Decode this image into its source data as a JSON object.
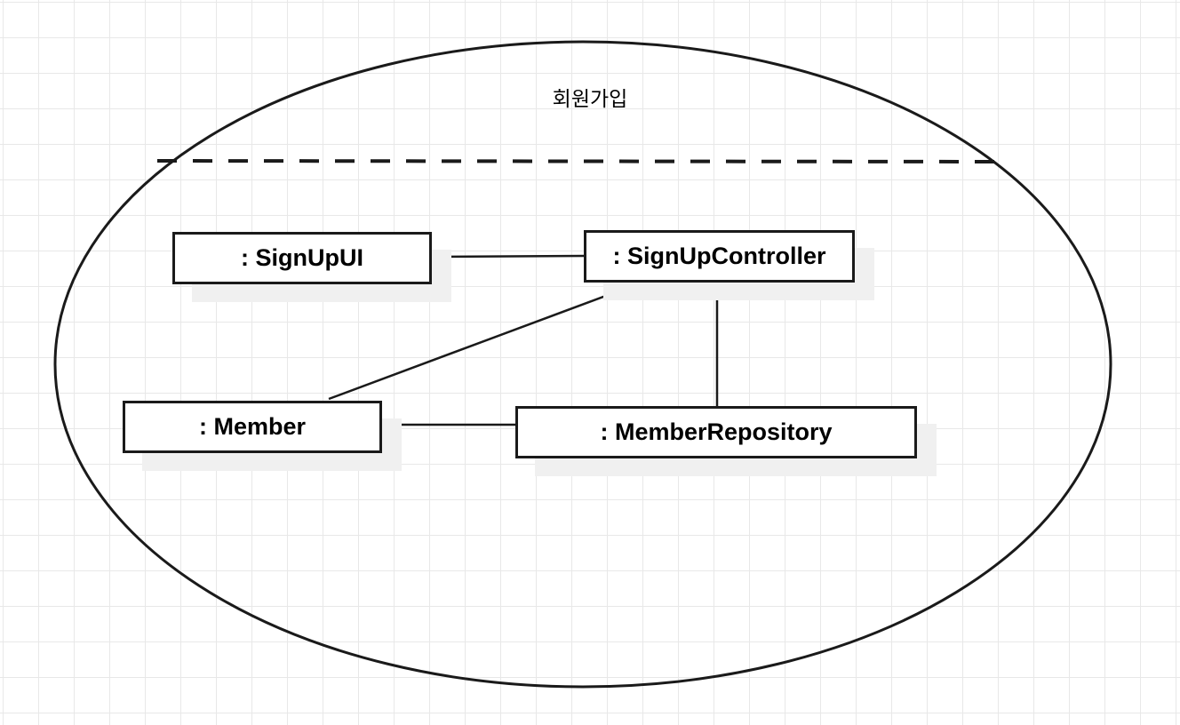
{
  "diagram": {
    "kind": "uml-collaboration-diagram",
    "title": "회원가입",
    "boundary_shape": "ellipse",
    "separator": "dashed-line",
    "objects": [
      {
        "id": "signupui",
        "label": ": SignUpUI",
        "name": "SignUpUI"
      },
      {
        "id": "signupcontroller",
        "label": ": SignUpController",
        "name": "SignUpController"
      },
      {
        "id": "member",
        "label": ": Member",
        "name": "Member"
      },
      {
        "id": "memberrepository",
        "label": ": MemberRepository",
        "name": "MemberRepository"
      }
    ],
    "links": [
      {
        "from": "signupui",
        "to": "signupcontroller"
      },
      {
        "from": "signupcontroller",
        "to": "member"
      },
      {
        "from": "signupcontroller",
        "to": "memberrepository"
      },
      {
        "from": "member",
        "to": "memberrepository"
      }
    ],
    "colors": {
      "stroke": "#1a1a1a",
      "fill": "#ffffff",
      "shadow": "#f0f0f0",
      "grid": "#e8e8e8",
      "text": "#000000"
    }
  }
}
